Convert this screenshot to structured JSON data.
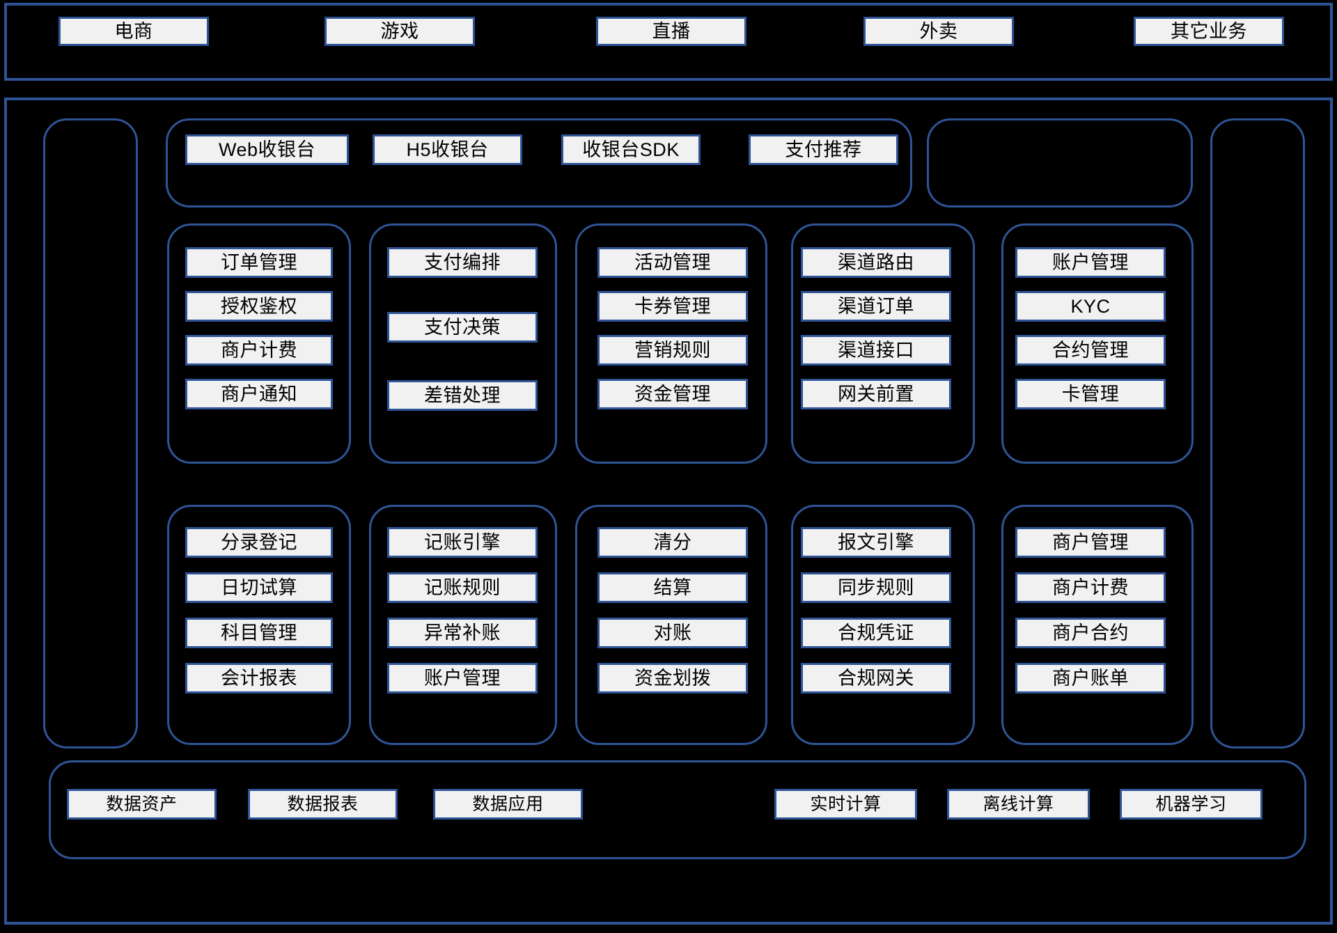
{
  "diagram": {
    "title_present": false,
    "accent_color": "#2f5496",
    "chip_fill": "#f1f1f1",
    "background": "#000000"
  },
  "business_layer": {
    "name": "business-lines",
    "items": [
      {
        "label": "电商"
      },
      {
        "label": "游戏"
      },
      {
        "label": "直播"
      },
      {
        "label": "外卖"
      },
      {
        "label": "其它业务"
      }
    ]
  },
  "platform": {
    "left_panel": {
      "label": ""
    },
    "right_panel": {
      "label": ""
    },
    "cashier": {
      "name": "cashier-group",
      "items": [
        {
          "label": "Web收银台"
        },
        {
          "label": "H5收银台"
        },
        {
          "label": "收银台SDK"
        },
        {
          "label": "支付推荐"
        }
      ]
    },
    "cashier_side_panel": {
      "label": ""
    },
    "row_one": [
      {
        "group": "trade-group",
        "items": [
          {
            "label": "订单管理"
          },
          {
            "label": "授权鉴权"
          },
          {
            "label": "商户计费"
          },
          {
            "label": "商户通知"
          }
        ]
      },
      {
        "group": "payment-group",
        "items": [
          {
            "label": "支付编排"
          },
          {
            "label": "支付决策"
          },
          {
            "label": "差错处理"
          }
        ]
      },
      {
        "group": "marketing-group",
        "items": [
          {
            "label": "活动管理"
          },
          {
            "label": "卡券管理"
          },
          {
            "label": "营销规则"
          },
          {
            "label": "资金管理"
          }
        ]
      },
      {
        "group": "channel-group",
        "items": [
          {
            "label": "渠道路由"
          },
          {
            "label": "渠道订单"
          },
          {
            "label": "渠道接口"
          },
          {
            "label": "网关前置"
          }
        ]
      },
      {
        "group": "account-group",
        "items": [
          {
            "label": "账户管理"
          },
          {
            "label": "KYC"
          },
          {
            "label": "合约管理"
          },
          {
            "label": "卡管理"
          }
        ]
      }
    ],
    "row_two": [
      {
        "group": "accounting-group",
        "items": [
          {
            "label": "分录登记"
          },
          {
            "label": "日切试算"
          },
          {
            "label": "科目管理"
          },
          {
            "label": "会计报表"
          }
        ]
      },
      {
        "group": "bookkeeping-group",
        "items": [
          {
            "label": "记账引擎"
          },
          {
            "label": "记账规则"
          },
          {
            "label": "异常补账"
          },
          {
            "label": "账户管理"
          }
        ]
      },
      {
        "group": "clearing-group",
        "items": [
          {
            "label": "清分"
          },
          {
            "label": "结算"
          },
          {
            "label": "对账"
          },
          {
            "label": "资金划拨"
          }
        ]
      },
      {
        "group": "compliance-group",
        "items": [
          {
            "label": "报文引擎"
          },
          {
            "label": "同步规则"
          },
          {
            "label": "合规凭证"
          },
          {
            "label": "合规网关"
          }
        ]
      },
      {
        "group": "merchant-group",
        "items": [
          {
            "label": "商户管理"
          },
          {
            "label": "商户计费"
          },
          {
            "label": "商户合约"
          },
          {
            "label": "商户账单"
          }
        ]
      }
    ]
  },
  "data_layer": {
    "name": "data-platform-group",
    "left_items": [
      {
        "label": "数据资产"
      },
      {
        "label": "数据报表"
      },
      {
        "label": "数据应用"
      }
    ],
    "right_items": [
      {
        "label": "实时计算"
      },
      {
        "label": "离线计算"
      },
      {
        "label": "机器学习"
      }
    ]
  }
}
